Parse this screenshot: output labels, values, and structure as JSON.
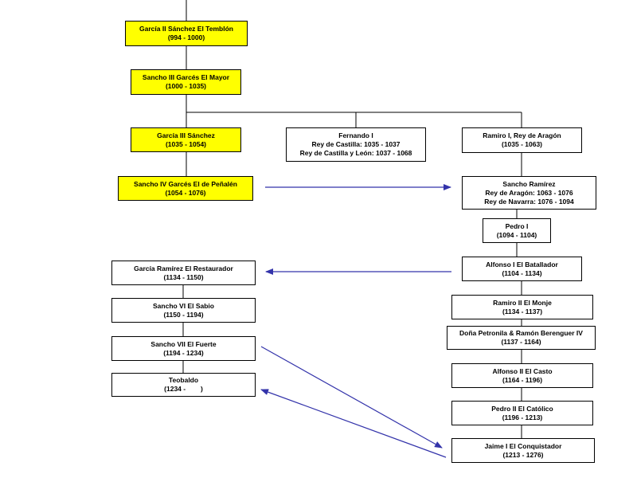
{
  "nodes": [
    {
      "id": "garcia2",
      "lines": [
        "García II Sánchez El Temblón",
        "(994 - 1000)"
      ],
      "fill": "#ffff00"
    },
    {
      "id": "sancho3",
      "lines": [
        "Sancho III Garcés El Mayor",
        "(1000 - 1035)"
      ],
      "fill": "#ffff00"
    },
    {
      "id": "garcia3",
      "lines": [
        "García III Sánchez",
        "(1035 - 1054)"
      ],
      "fill": "#ffff00"
    },
    {
      "id": "fernando1",
      "lines": [
        "Fernando I",
        "Rey de Castilla: 1035 - 1037",
        "Rey de Castilla y León: 1037 - 1068"
      ],
      "fill": "#ffffff"
    },
    {
      "id": "ramiro1",
      "lines": [
        "Ramiro I, Rey de Aragón",
        "(1035 - 1063)"
      ],
      "fill": "#ffffff"
    },
    {
      "id": "sancho4",
      "lines": [
        "Sancho IV Garcés El de Peñalén",
        "(1054 - 1076)"
      ],
      "fill": "#ffff00"
    },
    {
      "id": "sanchoramirez",
      "lines": [
        "Sancho Ramírez",
        "Rey de Aragón: 1063 - 1076",
        "Rey de Navarra: 1076 - 1094"
      ],
      "fill": "#ffffff"
    },
    {
      "id": "pedro1",
      "lines": [
        "Pedro I",
        "(1094 - 1104)"
      ],
      "fill": "#ffffff"
    },
    {
      "id": "alfonso1",
      "lines": [
        "Alfonso I El Batallador",
        "(1104 - 1134)"
      ],
      "fill": "#ffffff"
    },
    {
      "id": "garciaramirez",
      "lines": [
        "García Ramírez El Restaurador",
        "(1134 - 1150)"
      ],
      "fill": "#ffffff"
    },
    {
      "id": "ramiro2",
      "lines": [
        "Ramiro II El Monje",
        "(1134 - 1137)"
      ],
      "fill": "#ffffff"
    },
    {
      "id": "sancho6",
      "lines": [
        "Sancho VI El Sabio",
        "(1150 - 1194)"
      ],
      "fill": "#ffffff"
    },
    {
      "id": "petronila",
      "lines": [
        "Doña Petronila & Ramón Berenguer IV",
        "(1137 - 1164)"
      ],
      "fill": "#ffffff"
    },
    {
      "id": "sancho7",
      "lines": [
        "Sancho VII El Fuerte",
        "(1194 - 1234)"
      ],
      "fill": "#ffffff"
    },
    {
      "id": "alfonso2",
      "lines": [
        "Alfonso II El Casto",
        "(1164 - 1196)"
      ],
      "fill": "#ffffff"
    },
    {
      "id": "teobaldo",
      "lines": [
        "Teobaldo",
        "(1234 -        )"
      ],
      "fill": "#ffffff"
    },
    {
      "id": "pedro2",
      "lines": [
        "Pedro II El Católico",
        "(1196 - 1213)"
      ],
      "fill": "#ffffff"
    },
    {
      "id": "jaime1",
      "lines": [
        "Jaime I El Conquistador",
        "(1213 - 1276)"
      ],
      "fill": "#ffffff"
    }
  ],
  "colors": {
    "highlight": "#ffff00",
    "box": "#ffffff",
    "line": "#000000",
    "arrow": "#3333aa"
  }
}
